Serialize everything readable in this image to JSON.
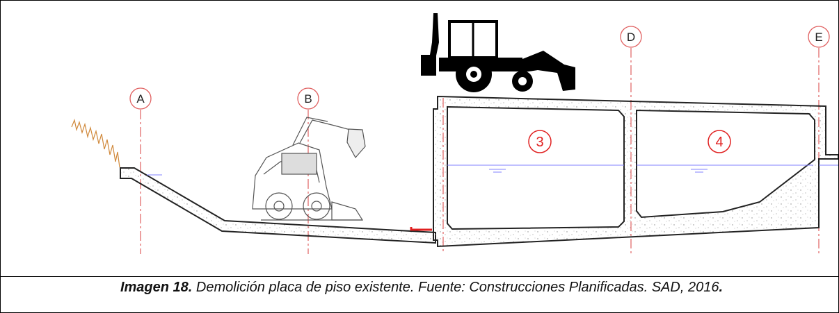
{
  "figure": {
    "axis_labels": [
      "A",
      "B",
      "D",
      "E"
    ],
    "zone_labels": [
      "3",
      "4"
    ],
    "colors": {
      "axis": "#e06060",
      "zone": "#e02020",
      "water": "#8080ff",
      "concrete": "#222222",
      "hatch": "#999999",
      "vegetation": "#d0883a"
    },
    "machinery": [
      "skid-steer-loader",
      "backhoe-loader"
    ]
  },
  "caption": {
    "label": "Imagen 18.",
    "text": " Demolición placa de piso existente. Fuente: Construcciones Planificadas. SAD, 2016",
    "end": "."
  }
}
